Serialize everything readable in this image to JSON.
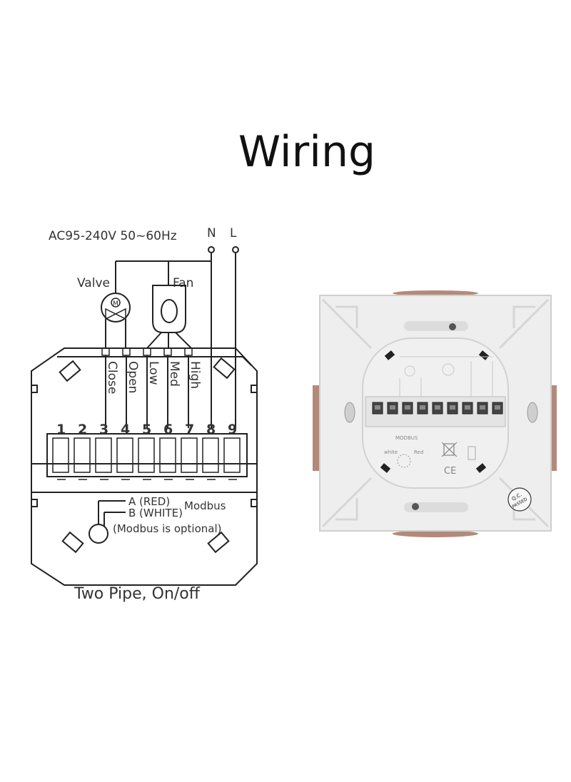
{
  "title": "Wiring",
  "diagram": {
    "power_label": "AC95-240V  50~60Hz",
    "n_label": "N",
    "l_label": "L",
    "valve_label": "Valve",
    "fan_label": "Fan",
    "valve_symbol": "M",
    "terminal_functions": [
      "Close",
      "Open",
      "Low",
      "Med",
      "High"
    ],
    "terminal_numbers": [
      "1",
      "2",
      "3",
      "4",
      "5",
      "6",
      "7",
      "8",
      "9"
    ],
    "modbus_a": "A (RED)",
    "modbus_b": "B (WHITE)",
    "modbus_label": "Modbus",
    "modbus_optional": "(Modbus is optional)",
    "caption": "Two Pipe, On/off"
  },
  "photo": {
    "modbus_label": "MODBUS",
    "white_label": "white",
    "red_label": "Red",
    "ce_mark": "CE",
    "qc_line1": "Q.C.",
    "qc_line2": "PASSED"
  }
}
